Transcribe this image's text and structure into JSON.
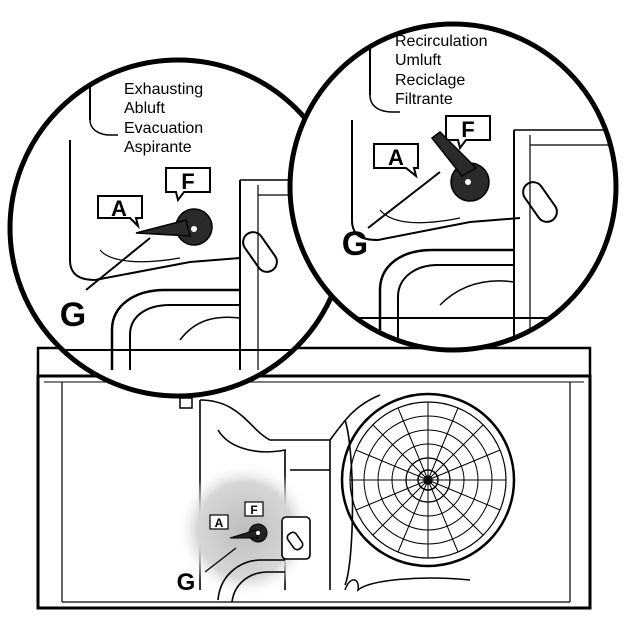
{
  "left_callout": {
    "lines": [
      "Exhausting",
      "Abluft",
      "Evacuation",
      "Aspirante"
    ],
    "label_a": "A",
    "label_f": "F",
    "label_g": "G"
  },
  "right_callout": {
    "lines": [
      "Recirculation",
      "Umluft",
      "Reciclage",
      "Filtrante"
    ],
    "label_a": "A",
    "label_f": "F",
    "label_g": "G"
  },
  "main_view": {
    "label_a": "A",
    "label_f": "F",
    "label_g": "G"
  }
}
